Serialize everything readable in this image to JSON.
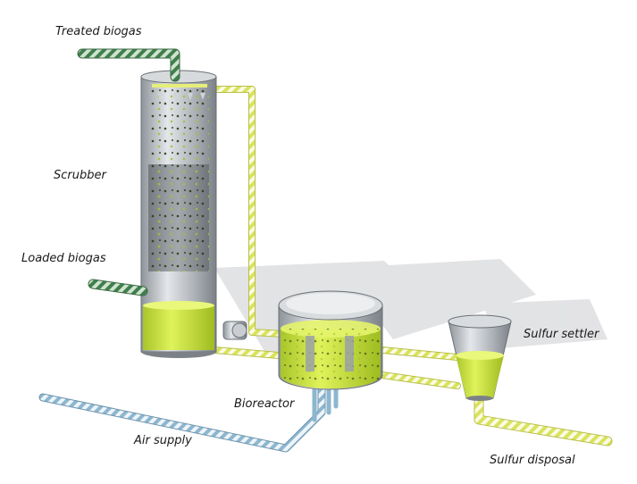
{
  "labels": {
    "treated_biogas": "Treated biogas",
    "scrubber": "Scrubber",
    "loaded_biogas": "Loaded biogas",
    "bioreactor": "Bioreactor",
    "sulfur_settler": "Sulfur settler",
    "air_supply": "Air supply",
    "sulfur_disposal": "Sulfur disposal"
  },
  "colors": {
    "liquid": "#c8e63c",
    "steel": "#b9bdc2",
    "gas_pipe_green": "#4f8f5a",
    "sulfur_pipe_yellow": "#e6ee7a",
    "air_pipe_blue": "#9fc3da"
  }
}
